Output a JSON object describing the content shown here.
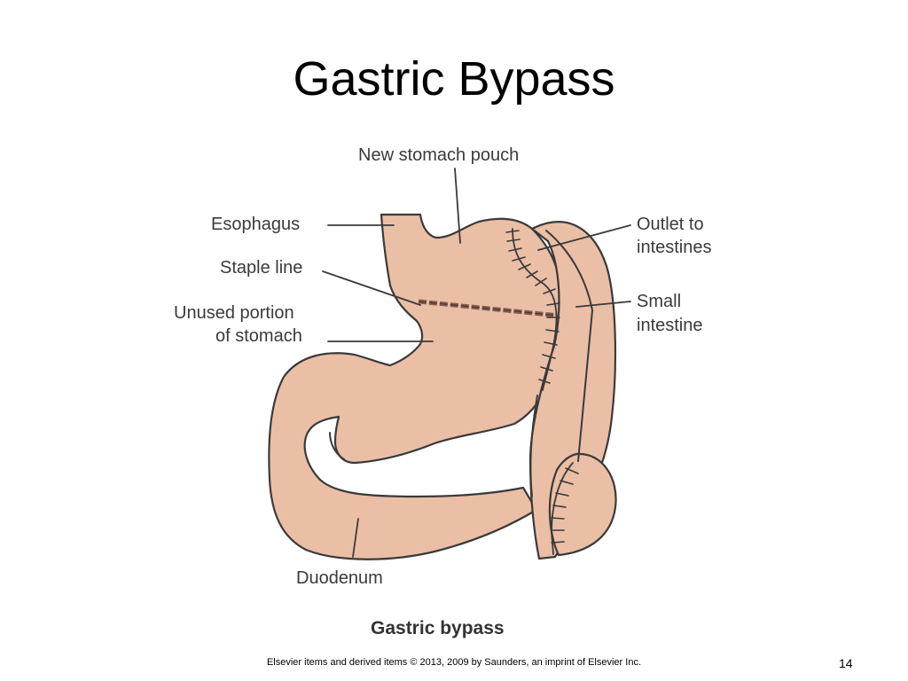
{
  "slide": {
    "title": "Gastric Bypass",
    "page_number": "14",
    "footer": "Elsevier items and derived items © 2013, 2009 by Saunders, an imprint of Elsevier Inc."
  },
  "diagram": {
    "caption": "Gastric bypass",
    "labels": {
      "new_stomach_pouch": "New stomach pouch",
      "esophagus": "Esophagus",
      "staple_line": "Staple line",
      "unused_portion_1": "Unused portion",
      "unused_portion_2": "of stomach",
      "outlet_1": "Outlet to",
      "outlet_2": "intestines",
      "small_intestine_1": "Small",
      "small_intestine_2": "intestine",
      "duodenum": "Duodenum"
    }
  },
  "colors": {
    "tissue_fill": "#ebbfa6",
    "outline": "#3a3a3a",
    "text": "#3a3a3a"
  }
}
